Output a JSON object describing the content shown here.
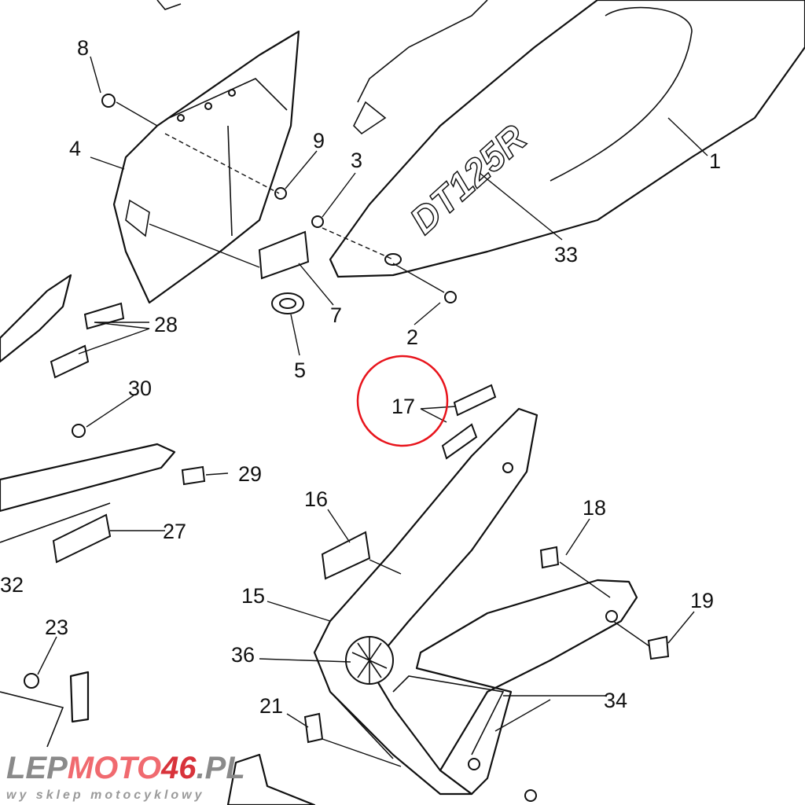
{
  "diagram": {
    "callouts": {
      "p1": "1",
      "p2": "2",
      "p3": "3",
      "p4": "4",
      "p5": "5",
      "p7": "7",
      "p8": "8",
      "p9": "9",
      "p15": "15",
      "p16": "16",
      "p17": "17",
      "p18": "18",
      "p19": "19",
      "p21": "21",
      "p23": "23",
      "p27": "27",
      "p28": "28",
      "p29": "29",
      "p30": "30",
      "p32": "32",
      "p33": "33",
      "p34": "34",
      "p36": "36"
    },
    "highlight": {
      "target": "17",
      "color": "#e8141c"
    },
    "decal_text": "DT125R"
  },
  "watermark": {
    "prefix": "LEP",
    "middle": "MOTO",
    "number": "46",
    "suffix": ".PL",
    "tagline": "wy sklep motocyklowy",
    "color": "#f06a6f"
  }
}
